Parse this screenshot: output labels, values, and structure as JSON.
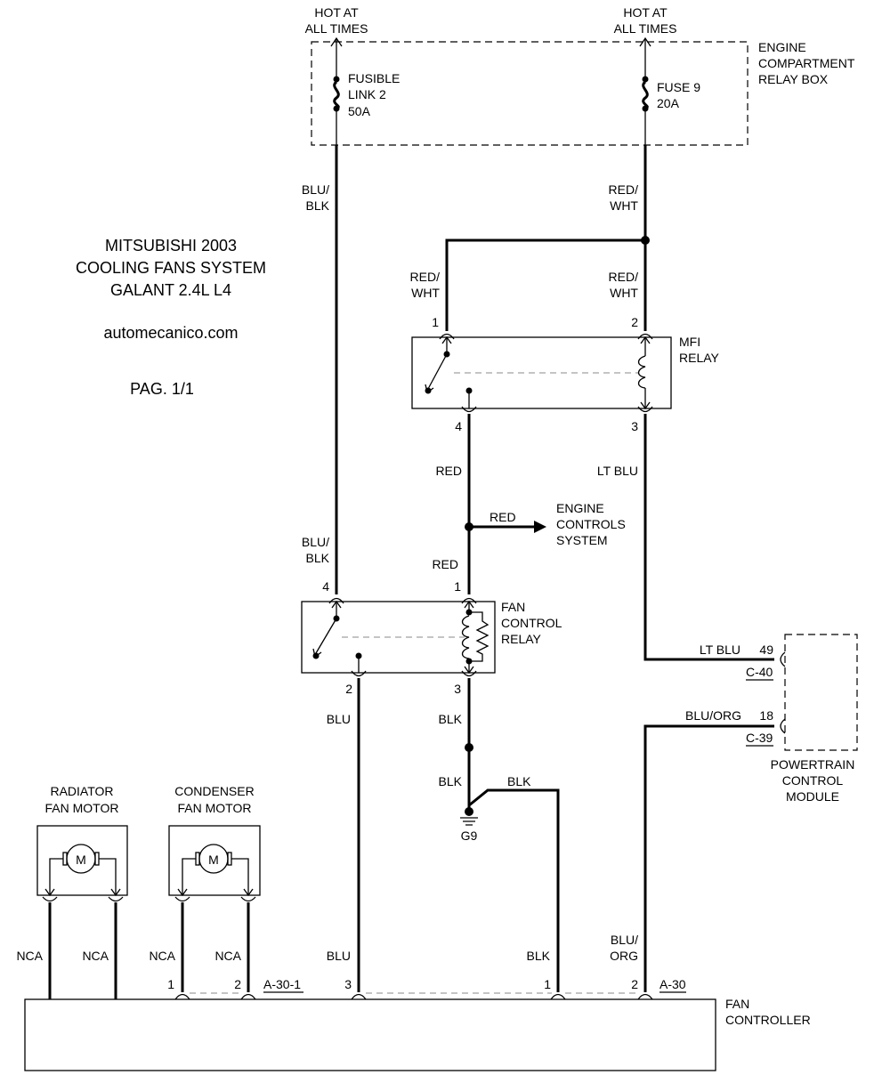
{
  "title": {
    "line1": "MITSUBISHI 2003",
    "line2": "COOLING FANS SYSTEM",
    "line3": "GALANT 2.4L L4",
    "site": "automecanico.com",
    "page": "PAG. 1/1"
  },
  "power": {
    "hot1": [
      "HOT AT",
      "ALL TIMES"
    ],
    "hot2": [
      "HOT AT",
      "ALL TIMES"
    ],
    "fusible": [
      "FUSIBLE",
      "LINK 2",
      "50A"
    ],
    "fuse9": [
      "FUSE 9",
      "20A"
    ],
    "relay_box": [
      "ENGINE",
      "COMPARTMENT",
      "RELAY BOX"
    ]
  },
  "mfi_relay": {
    "name": [
      "MFI",
      "RELAY"
    ],
    "pin1": "1",
    "pin2": "2",
    "pin3": "3",
    "pin4": "4"
  },
  "fan_control_relay": {
    "name": [
      "FAN",
      "CONTROL",
      "RELAY"
    ],
    "pin4": "4",
    "pin1": "1",
    "pin2": "2",
    "pin3": "3"
  },
  "engine_controls": [
    "ENGINE",
    "CONTROLS",
    "SYSTEM"
  ],
  "pcm": {
    "name": [
      "POWERTRAIN",
      "CONTROL",
      "MODULE"
    ],
    "pin49": "49",
    "conn_c40": "C-40",
    "pin18": "18",
    "conn_c39": "C-39"
  },
  "ground": "G9",
  "motors": {
    "radiator": [
      "RADIATOR",
      "FAN MOTOR"
    ],
    "condenser": [
      "CONDENSER",
      "FAN MOTOR"
    ],
    "symbol": "M"
  },
  "fan_controller": {
    "name": [
      "FAN",
      "CONTROLLER"
    ],
    "conn_a301": "A-30-1",
    "conn_a30": "A-30",
    "pins": [
      "1",
      "2",
      "3",
      "1",
      "2"
    ]
  },
  "wires": {
    "blu_blk_top": [
      "BLU/",
      "BLK"
    ],
    "blu_blk_mid": [
      "BLU/",
      "BLK"
    ],
    "red_wht_top": [
      "RED/",
      "WHT"
    ],
    "red_wht_left": [
      "RED/",
      "WHT"
    ],
    "red_wht_right": [
      "RED/",
      "WHT"
    ],
    "red1": "RED",
    "red_branch": "RED",
    "red2": "RED",
    "lt_blu": "LT BLU",
    "lt_blu_pcm": "LT BLU",
    "blu_org_pcm": "BLU/ORG",
    "blu": "BLU",
    "blk1": "BLK",
    "blk2": "BLK",
    "blk3": "BLK",
    "nca1": "NCA",
    "nca2": "NCA",
    "nca3": "NCA",
    "nca4": "NCA",
    "blu_bottom": "BLU",
    "blk_bottom": "BLK",
    "blu_org_bottom": [
      "BLU/",
      "ORG"
    ]
  }
}
